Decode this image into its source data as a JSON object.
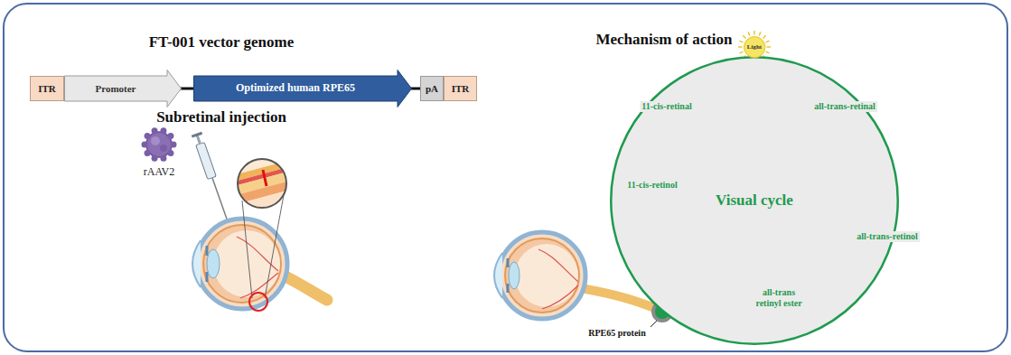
{
  "diagram": {
    "nodes": [
      {
        "text": [
          "ITR"
        ]
      },
      {
        "text": [
          "Promoter"
        ]
      },
      {
        "text": [
          "Optimized human RPE65"
        ]
      },
      {
        "text": [
          "pA"
        ]
      },
      {
        "text": [
          "ITR"
        ]
      },
      {
        "text": [
          "Light"
        ]
      },
      {
        "text": [
          "Visual cycle"
        ]
      }
    ],
    "labels": [
      "FT-001 vector genome",
      "Subretinal injection",
      "rAAV2",
      "Mechanism of action",
      "11-cis-retinal",
      "all-trans-retinal",
      "11-cis-retinol",
      "all-trans-retinol",
      "all-trans retinyl ester",
      "RPE65 protein"
    ]
  }
}
